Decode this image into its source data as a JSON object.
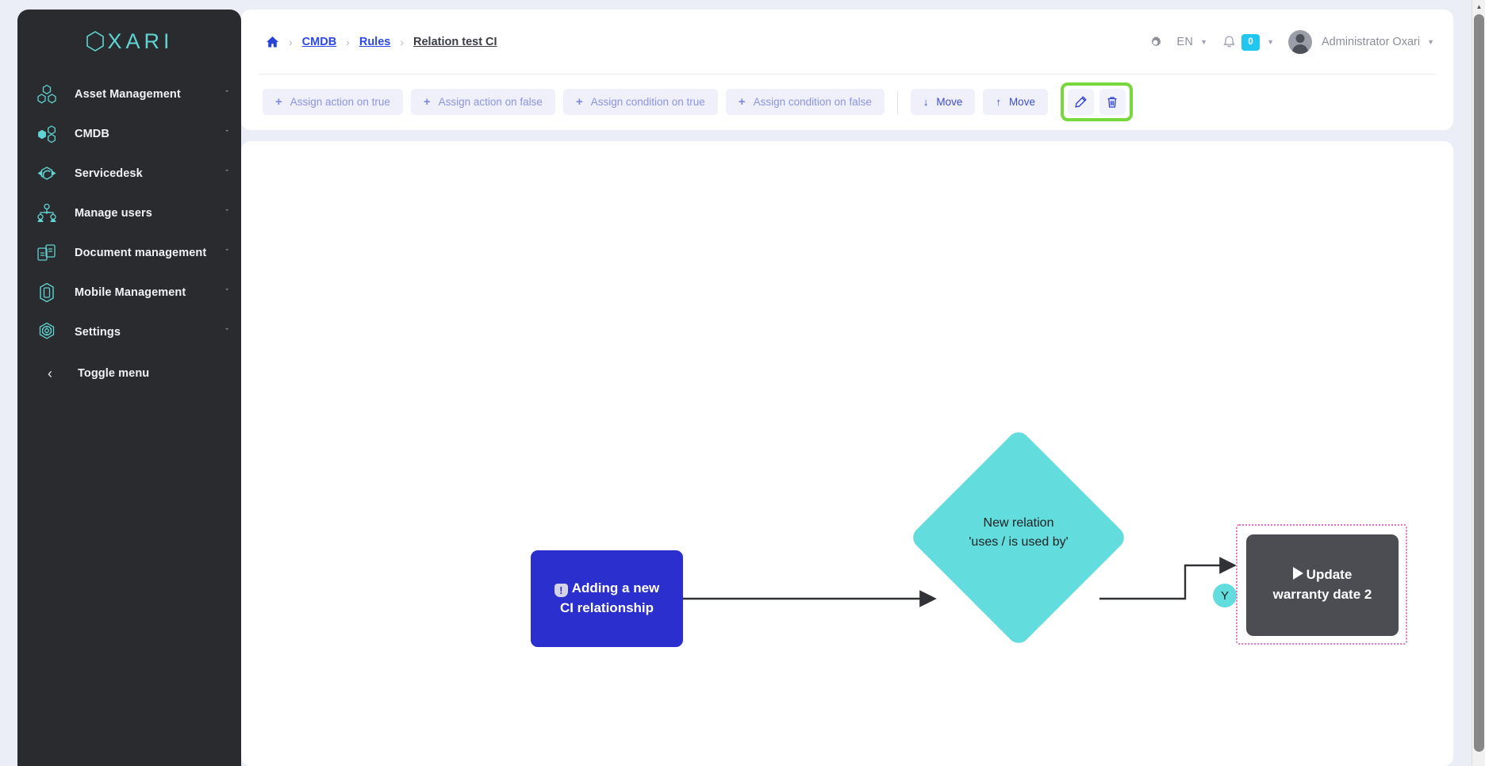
{
  "app": {
    "logo_text": "XARI",
    "logo_full": "OXARI"
  },
  "sidebar": {
    "items": [
      {
        "label": "Asset Management",
        "icon": "asset-hexagons-icon",
        "chevron": "ˇ"
      },
      {
        "label": "CMDB",
        "icon": "cmdb-hexagons-icon",
        "chevron": "ˇ"
      },
      {
        "label": "Servicedesk",
        "icon": "servicedesk-headset-icon",
        "chevron": "ˇ"
      },
      {
        "label": "Manage users",
        "icon": "manage-users-icon",
        "chevron": "ˇ"
      },
      {
        "label": "Document management",
        "icon": "document-management-icon",
        "chevron": "ˇ"
      },
      {
        "label": "Mobile Management",
        "icon": "mobile-management-icon",
        "chevron": "ˇ"
      },
      {
        "label": "Settings",
        "icon": "settings-gear-icon",
        "chevron": "ˇ"
      }
    ],
    "toggle": {
      "label": "Toggle menu",
      "icon": "chevron-left-icon",
      "glyph": "‹"
    }
  },
  "header": {
    "breadcrumb": {
      "home_icon": "home-icon",
      "separator": "›",
      "items": [
        {
          "label": "CMDB",
          "type": "link"
        },
        {
          "label": "Rules",
          "type": "link"
        },
        {
          "label": "Relation test CI",
          "type": "current"
        }
      ]
    },
    "controls": {
      "gear_icon": "gear-icon",
      "language": "EN",
      "language_caret": "▼",
      "bell_icon": "bell-icon",
      "notification_count": "0",
      "notification_caret": "▼",
      "avatar_icon": "user-avatar",
      "username": "Administrator Oxari",
      "user_caret": "▼"
    }
  },
  "toolbar": {
    "plus_glyph": "+",
    "buttons": [
      {
        "label": "Assign action on true",
        "name": "assign-action-on-true-button"
      },
      {
        "label": "Assign action on false",
        "name": "assign-action-on-false-button"
      },
      {
        "label": "Assign condition on true",
        "name": "assign-condition-on-true-button"
      },
      {
        "label": "Assign condition on false",
        "name": "assign-condition-on-false-button"
      }
    ],
    "move_down": {
      "label": "Move",
      "glyph": "↓",
      "name": "move-down-button"
    },
    "move_up": {
      "label": "Move",
      "glyph": "↑",
      "name": "move-up-button"
    },
    "edit_icon": "pencil-edit-icon",
    "delete_icon": "trash-delete-icon",
    "highlight_color": "#76d83a"
  },
  "flow": {
    "trigger": {
      "icon": "alert-exclamation-icon",
      "icon_glyph": "!",
      "line1": "Adding a new",
      "line2": "CI relationship",
      "color": "#2b2fcd"
    },
    "condition": {
      "line1": "New relation",
      "line2": "'uses / is used by'",
      "color": "#62dcdc"
    },
    "edge_label": "Y",
    "action": {
      "icon": "play-icon",
      "line1": "Update",
      "line2": "warranty date 2",
      "color": "#4b4d53",
      "selected": true,
      "selection_color": "#e070c4"
    }
  },
  "scrollbar": {
    "up_arrow": "▲"
  }
}
